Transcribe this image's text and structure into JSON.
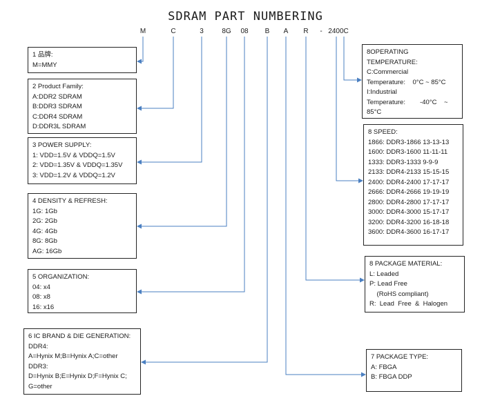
{
  "title": "SDRAM PART NUMBERING",
  "code_segments": [
    "M",
    "C",
    "3",
    "8G",
    "08",
    "B",
    "A",
    "R",
    "-",
    "2400C"
  ],
  "boxes": {
    "brand": {
      "lines": [
        "1 品牌:",
        "M=MMY"
      ]
    },
    "family": {
      "lines": [
        "2 Product Family:",
        "A:DDR2 SDRAM",
        "B:DDR3 SDRAM",
        "C:DDR4 SDRAM",
        "D:DDR3L SDRAM"
      ]
    },
    "power": {
      "lines": [
        "3 POWER SUPPLY:",
        "1: VDD=1.5V & VDDQ=1.5V",
        "2: VDD=1.35V & VDDQ=1.35V",
        "3: VDD=1.2V & VDDQ=1.2V"
      ]
    },
    "density": {
      "lines": [
        "4 DENSITY & REFRESH:",
        "1G: 1Gb",
        "2G: 2Gb",
        "4G: 4Gb",
        "8G: 8Gb",
        "AG: 16Gb"
      ]
    },
    "organization": {
      "lines": [
        "5 ORGANIZATION:",
        "04: x4",
        "08: x8",
        "16: x16"
      ]
    },
    "brand_die": {
      "lines": [
        "6 IC BRAND & DIE GENERATION:",
        "DDR4:",
        "A=Hynix M;B=Hynix A;C=other",
        "DDR3:",
        "D=Hynix B;E=Hynix D;F=Hynix C;",
        "G=other"
      ]
    },
    "operating": {
      "lines": [
        "8OPERATING",
        "TEMPERATURE:",
        "C:Commercial",
        "Temperature:    0°C ~ 85°C",
        "I:Industrial",
        "Temperature:        -40°C    ~",
        "85°C"
      ]
    },
    "speed": {
      "lines": [
        "8 SPEED:",
        "1866: DDR3-1866 13-13-13",
        "1600: DDR3-1600 11-11-11",
        "1333: DDR3-1333 9-9-9",
        "2133: DDR4-2133 15-15-15",
        "2400: DDR4-2400 17-17-17",
        "2666: DDR4-2666 19-19-19",
        "2800: DDR4-2800 17-17-17",
        "3000: DDR4-3000 15-17-17",
        "3200: DDR4-3200 16-18-18",
        "3600: DDR4-3600 16-17-17"
      ]
    },
    "material": {
      "lines": [
        "8 PACKAGE MATERIAL:",
        "L: Leaded",
        "P: Lead Free",
        "    (RoHS compliant)",
        "R:  Lead  Free  &  Halogen"
      ]
    },
    "package": {
      "lines": [
        "7 PACKAGE TYPE:",
        "A: FBGA",
        "B: FBGA DDP"
      ]
    }
  },
  "colors": {
    "arrow": "#4a7fc1",
    "border": "#222222",
    "text": "#1a1a1a"
  }
}
